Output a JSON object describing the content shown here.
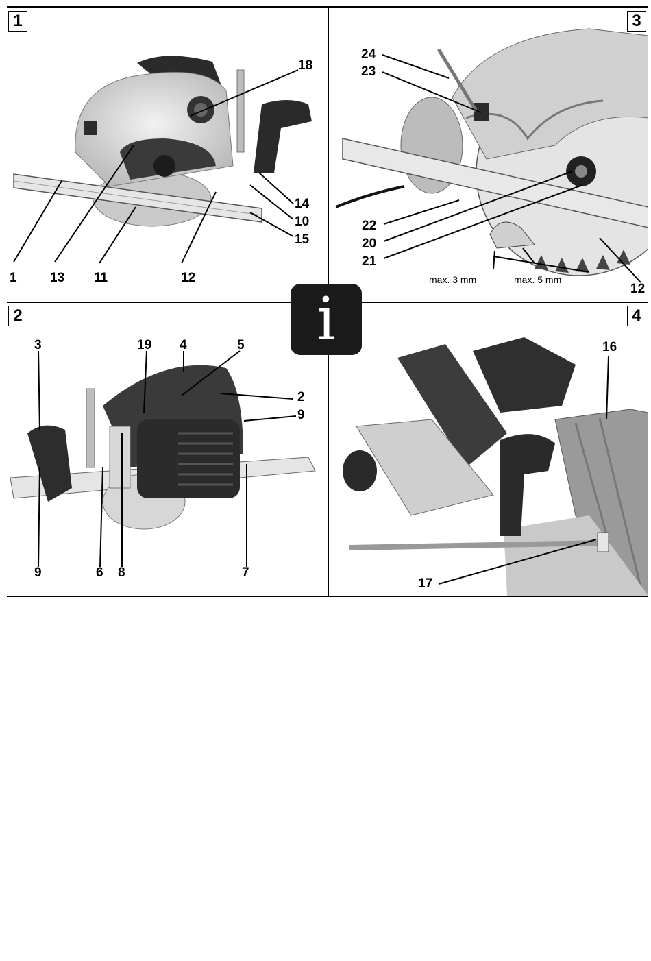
{
  "figures": {
    "fig1": {
      "number": "1",
      "callouts": [
        "18",
        "14",
        "10",
        "15",
        "1",
        "13",
        "11",
        "12"
      ]
    },
    "fig2": {
      "number": "2",
      "callouts": [
        "3",
        "19",
        "4",
        "5",
        "2",
        "9",
        "9",
        "6",
        "8",
        "7"
      ]
    },
    "fig3": {
      "number": "3",
      "callouts": [
        "24",
        "23",
        "22",
        "20",
        "21",
        "12"
      ],
      "notes": [
        "max. 3 mm",
        "max. 5 mm"
      ]
    },
    "fig4": {
      "number": "4",
      "callouts": [
        "16",
        "17"
      ]
    }
  },
  "info_badge": {
    "icon": "info-icon",
    "glyph": "i",
    "colors": {
      "background": "#1b1b1b",
      "glyph": "#ffffff"
    }
  }
}
